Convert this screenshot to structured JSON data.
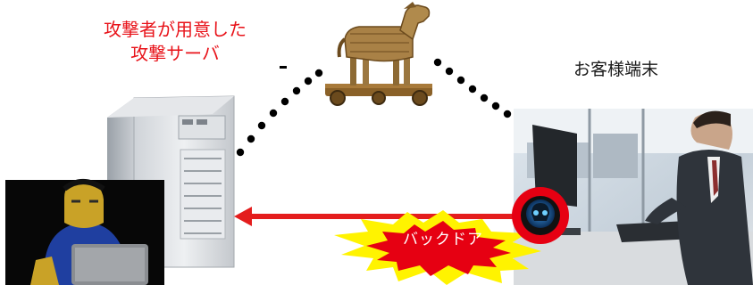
{
  "labels": {
    "attacker_server": [
      "攻撃者が用意した",
      "攻撃サーバ"
    ],
    "client_terminal": "お客様端末",
    "backdoor": "バックドア"
  },
  "icons": [
    "trojan-horse-icon",
    "server-tower-icon",
    "hacker-icon",
    "office-worker-pc-icon",
    "skull-malware-icon"
  ],
  "colors": {
    "attacker_text": "#e8131a",
    "arrow": "#e41d1d",
    "burst_outer": "#fff300",
    "burst_inner": "#e60012",
    "dots": "#000000"
  }
}
